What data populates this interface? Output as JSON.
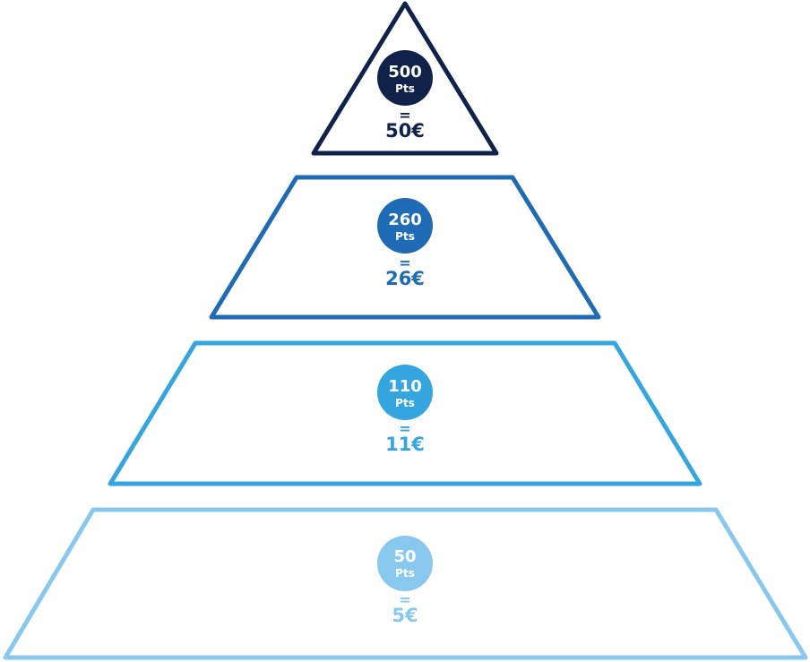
{
  "tiers": [
    {
      "points": "500",
      "unit": "Pts",
      "equals": "=",
      "euro": "50€",
      "color": "#10224a"
    },
    {
      "points": "260",
      "unit": "Pts",
      "equals": "=",
      "euro": "26€",
      "color": "#1f6bb5"
    },
    {
      "points": "110",
      "unit": "Pts",
      "equals": "=",
      "euro": "11€",
      "color": "#35a5df"
    },
    {
      "points": "50",
      "unit": "Pts",
      "equals": "=",
      "euro": "5€",
      "color": "#88c8ee"
    }
  ]
}
